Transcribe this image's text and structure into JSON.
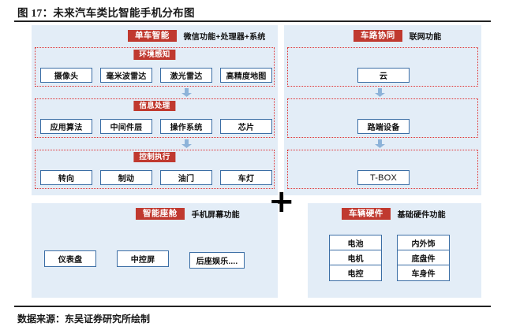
{
  "figure": {
    "title": "图 17：未来汽车类比智能手机分布图",
    "source": "数据来源：东吴证券研究所绘制"
  },
  "colors": {
    "badge_red": "#c0392f",
    "dashed_red": "#e03030",
    "box_blue": "#3b6ea5",
    "panel_bg": "#e3edf7",
    "arrow_blue": "#8db3d9"
  },
  "operator": {
    "plus": "+"
  },
  "panels": {
    "single_vehicle": {
      "badge": "单车智能",
      "note": "微信功能+处理器+系统",
      "groups": [
        {
          "label": "环境感知",
          "items": [
            "摄像头",
            "毫米波雷达",
            "激光雷达",
            "高精度地图"
          ]
        },
        {
          "label": "信息处理",
          "items": [
            "应用算法",
            "中间件层",
            "操作系统",
            "芯片"
          ]
        },
        {
          "label": "控制执行",
          "items": [
            "转向",
            "制动",
            "油门",
            "车灯"
          ]
        }
      ]
    },
    "vehicle_road": {
      "badge": "车路协同",
      "note": "联网功能",
      "groups": [
        {
          "label": "",
          "items": [
            "云"
          ]
        },
        {
          "label": "",
          "items": [
            "路端设备"
          ]
        },
        {
          "label": "",
          "items": [
            "T-BOX"
          ]
        }
      ]
    },
    "smart_cockpit": {
      "badge": "智能座舱",
      "note": "手机屏幕功能",
      "items": [
        "仪表盘",
        "中控屏",
        "后座娱乐...."
      ]
    },
    "vehicle_hardware": {
      "badge": "车辆硬件",
      "note": "基础硬件功能",
      "column_left": [
        "电池",
        "电机",
        "电控"
      ],
      "column_right": [
        "内外饰",
        "底盘件",
        "车身件"
      ]
    }
  }
}
